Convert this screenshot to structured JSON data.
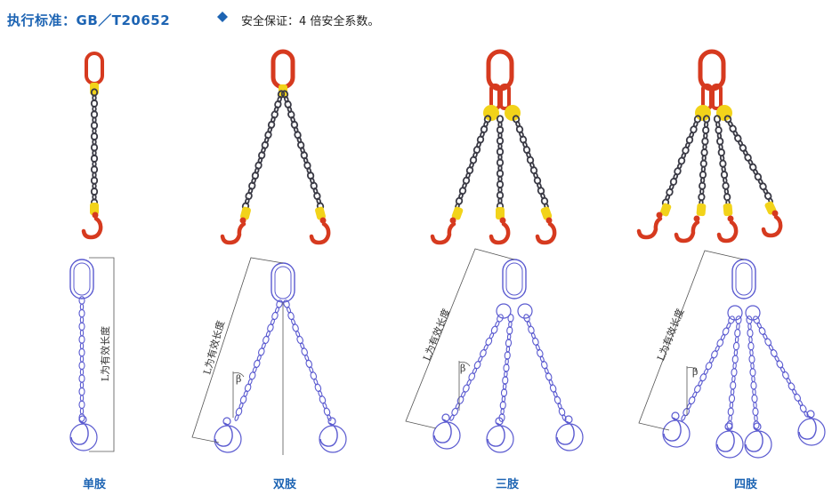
{
  "header": {
    "standard": "执行标准：GB／T20652",
    "safety_note": "安全保证：4 倍安全系数。"
  },
  "colors": {
    "accent": "#1d64b3",
    "link_red": "#d63a1f",
    "tag_yellow": "#f2d31a",
    "chain_dark": "#3a3a45",
    "drawing_blue": "#5a5ad0"
  },
  "slings": [
    {
      "name": "单肢",
      "legs": 1
    },
    {
      "name": "双肢",
      "legs": 2
    },
    {
      "name": "三肢",
      "legs": 3
    },
    {
      "name": "四肢",
      "legs": 4
    }
  ],
  "drawing": {
    "length_label": "L为有效长度",
    "angle_symbol": "β"
  }
}
